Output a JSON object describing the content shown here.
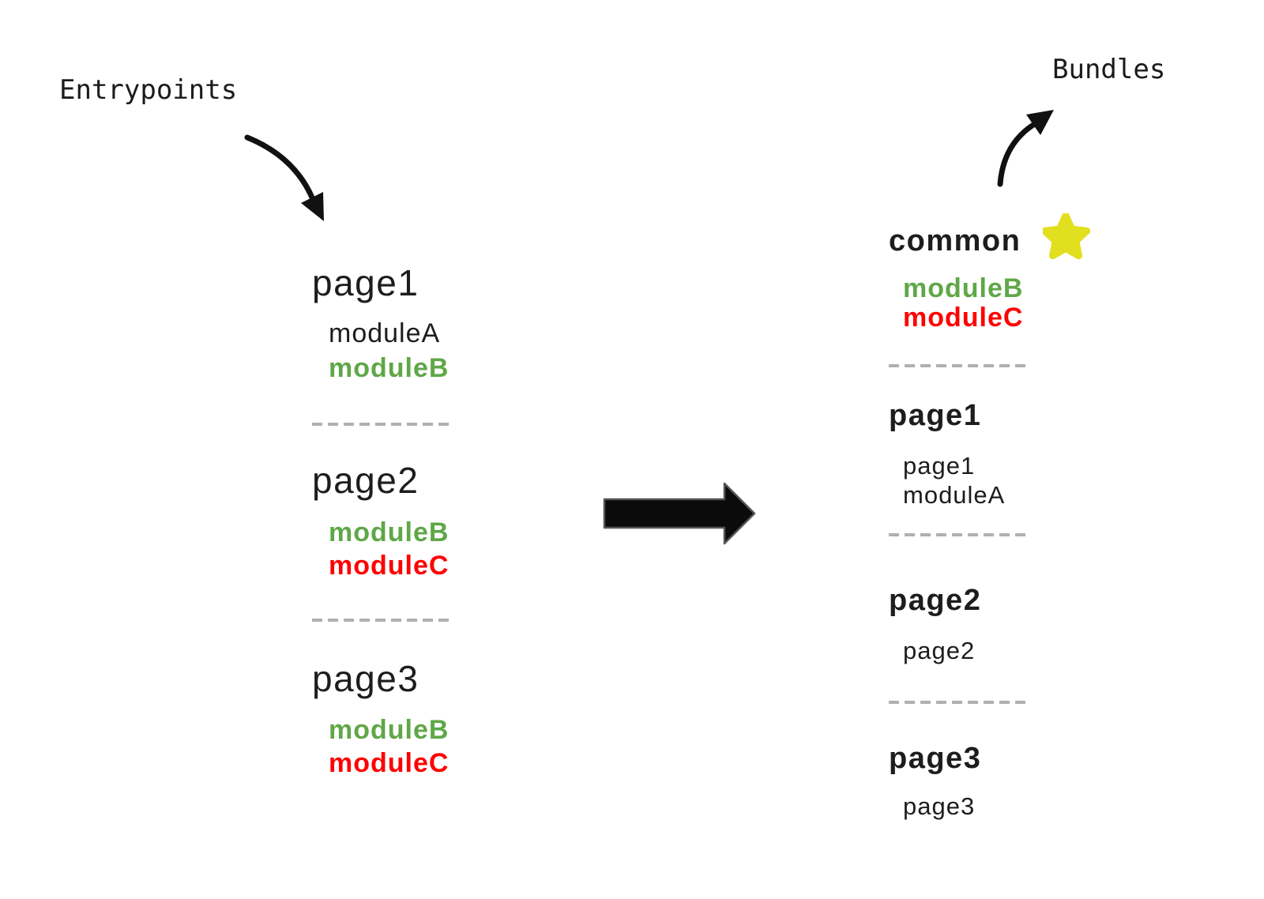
{
  "labels": {
    "entrypoints": "Entrypoints",
    "bundles": "Bundles"
  },
  "colors": {
    "shared_module_green": "#5fa747",
    "duplicated_module_red": "#ff0000",
    "text_black": "#1d1d1d",
    "separator_dash": "#b0b0b0",
    "star_yellow": "#e2df1f",
    "arrow_black": "#111111"
  },
  "entrypoints": [
    {
      "name": "page1",
      "modules": [
        {
          "label": "moduleA",
          "color": "black"
        },
        {
          "label": "moduleB",
          "color": "green"
        }
      ]
    },
    {
      "name": "page2",
      "modules": [
        {
          "label": "moduleB",
          "color": "green"
        },
        {
          "label": "moduleC",
          "color": "red"
        }
      ]
    },
    {
      "name": "page3",
      "modules": [
        {
          "label": "moduleB",
          "color": "green"
        },
        {
          "label": "moduleC",
          "color": "red"
        }
      ]
    }
  ],
  "bundles": [
    {
      "name": "common",
      "starred": true,
      "modules": [
        {
          "label": "moduleB",
          "color": "green"
        },
        {
          "label": "moduleC",
          "color": "red"
        }
      ]
    },
    {
      "name": "page1",
      "modules": [
        {
          "label": "page1",
          "color": "black"
        },
        {
          "label": "moduleA",
          "color": "black"
        }
      ]
    },
    {
      "name": "page2",
      "modules": [
        {
          "label": "page2",
          "color": "black"
        }
      ]
    },
    {
      "name": "page3",
      "modules": [
        {
          "label": "page3",
          "color": "black"
        }
      ]
    }
  ]
}
